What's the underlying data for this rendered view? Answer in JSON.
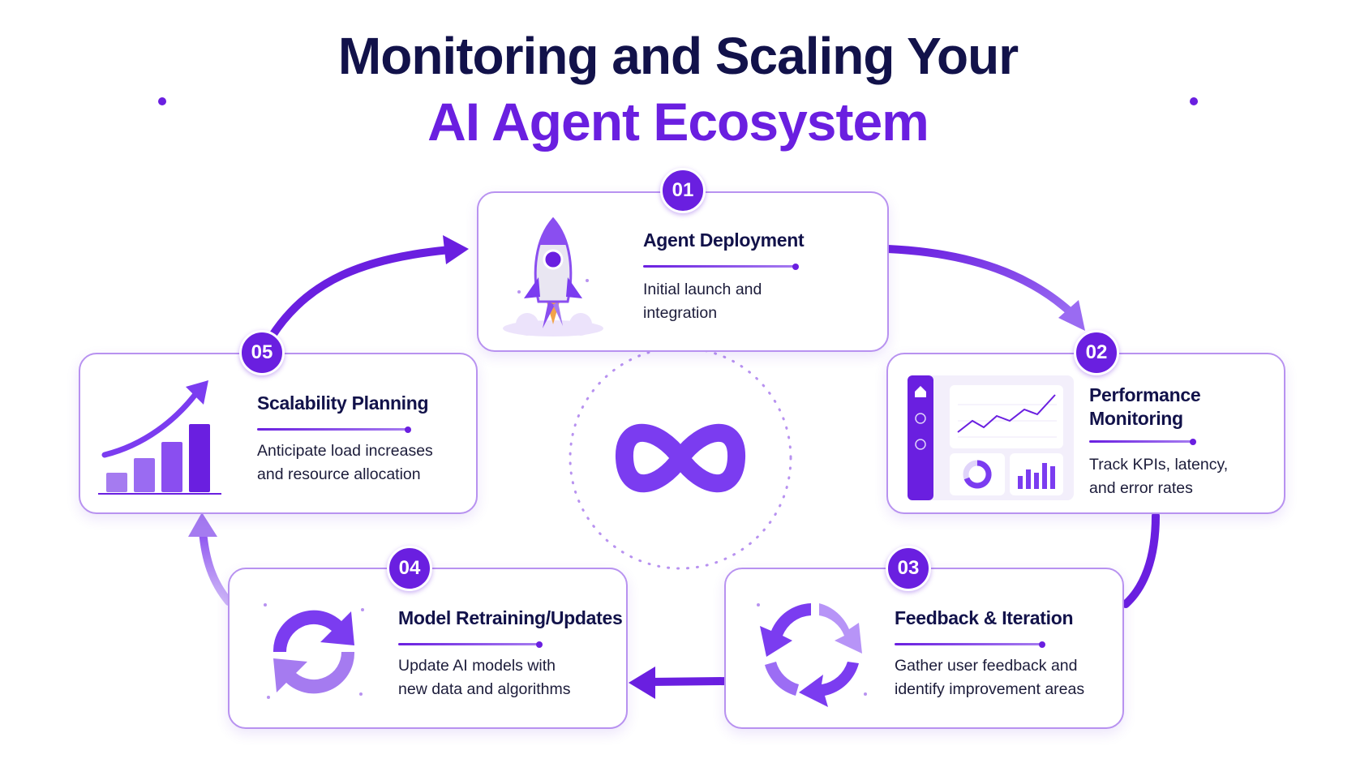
{
  "title": {
    "line1": "Monitoring and Scaling Your",
    "line2": "AI Agent Ecosystem"
  },
  "colors": {
    "accent": "#6a1fe0",
    "accent_light": "#a57bf0",
    "navy": "#12124a",
    "card_border": "#b892f0"
  },
  "steps": [
    {
      "number": "01",
      "title": "Agent Deployment",
      "desc_line1": "Initial launch and",
      "desc_line2": "integration",
      "icon": "rocket-icon"
    },
    {
      "number": "02",
      "title_line1": "Performance",
      "title_line2": "Monitoring",
      "desc_line1": "Track KPIs, latency,",
      "desc_line2": "and error rates",
      "icon": "dashboard-icon"
    },
    {
      "number": "03",
      "title": "Feedback & Iteration",
      "desc_line1": "Gather user feedback and",
      "desc_line2": "identify improvement areas",
      "icon": "cycle-arrows-icon"
    },
    {
      "number": "04",
      "title": "Model Retraining/Updates",
      "desc_line1": "Update AI models with",
      "desc_line2": "new data and algorithms",
      "icon": "refresh-icon"
    },
    {
      "number": "05",
      "title": "Scalability Planning",
      "desc_line1": "Anticipate load increases",
      "desc_line2": "and resource allocation",
      "icon": "growth-chart-icon"
    }
  ],
  "center_icon": "infinity-icon"
}
